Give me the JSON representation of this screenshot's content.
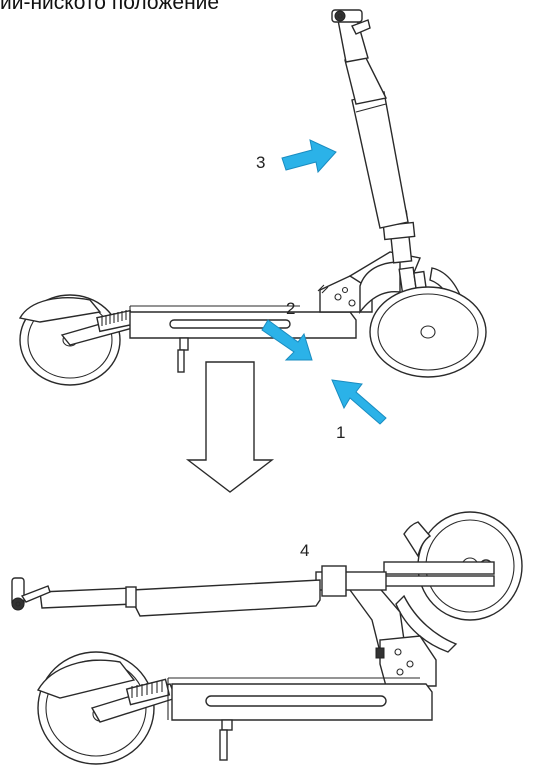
{
  "heading": "ий-ниското положение",
  "labels": {
    "step1": "1",
    "step2": "2",
    "step3": "3",
    "step4": "4"
  },
  "colors": {
    "arrow_blue": "#2bb2e8",
    "line": "#2a2a2a"
  },
  "icons": {
    "direction_arrow": "down-arrow-icon"
  }
}
